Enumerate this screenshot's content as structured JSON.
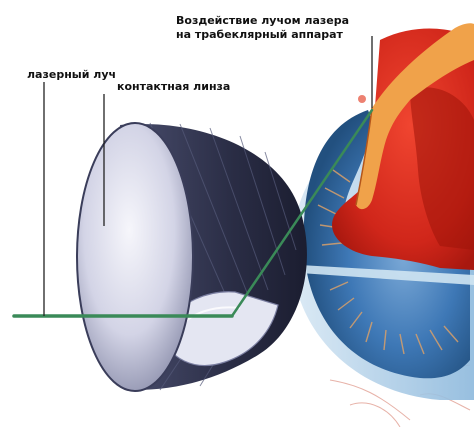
{
  "labels": {
    "trabecular_line1": "Воздействие лучом лазера",
    "trabecular_line2": "на трабеклярный аппарат",
    "laser_ray": "лазерный луч",
    "contact_lens": "контактная линза"
  },
  "colors": {
    "background": "#ffffff",
    "laser_beam": "#3a8a58",
    "lens_dark": "#2c2f4a",
    "lens_face": "#c9cbe0",
    "iris_blue": "#3e78b6",
    "cornea_blue": "#7fb0d8",
    "sclera_red": "#d8291c",
    "tissue_orange": "#f0a24a",
    "leader_line": "#222222"
  },
  "icons": {
    "illustration": "eye-cross-section-with-gonioscopy-lens"
  }
}
